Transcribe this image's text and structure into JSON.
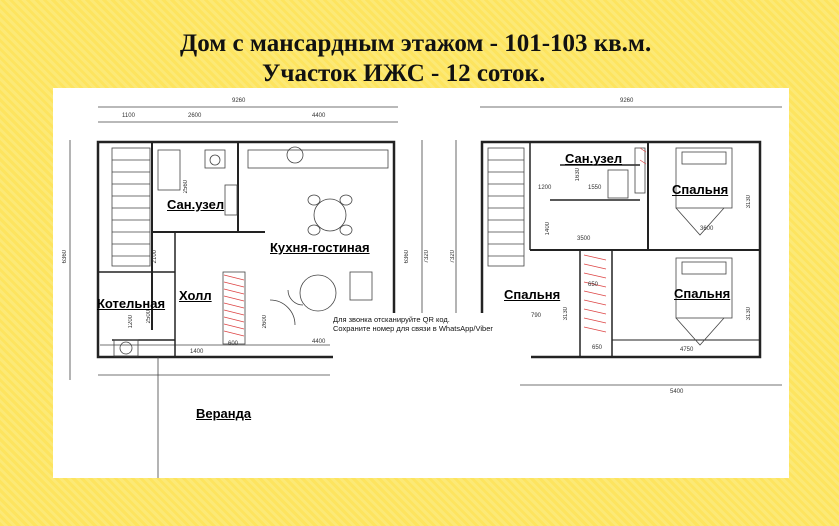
{
  "title": {
    "line1": "Дом с мансардным этажом - 101-103 кв.м.",
    "line2": "Участок ИЖС - 12 соток."
  },
  "rooms": {
    "bath1": "Сан.узел",
    "kitchen": "Кухня-гостиная",
    "boiler": "Котельная",
    "hall": "Холл",
    "veranda": "Веранда",
    "bath2": "Сан.узел",
    "bedroom1": "Спальня",
    "bedroom2": "Спальня",
    "bedroom3": "Спальня"
  },
  "dims": {
    "d9260a": "9260",
    "d1100": "1100",
    "d2600": "2600",
    "d4400a": "4400",
    "d6360a": "6360",
    "d2560": "2560",
    "d6360b": "6360",
    "d7320a": "7320",
    "d2100": "2100",
    "d2500": "2500",
    "d1200a": "1200",
    "d1400a": "1400",
    "d600": "600",
    "d2600b": "2600",
    "d4400b": "4400",
    "d9260b": "9260",
    "d7320b": "7320",
    "d1630": "1630",
    "d1200b": "1200",
    "d1550": "1550",
    "d3130a": "3130",
    "d1400b": "1400",
    "d3500": "3500",
    "d3600": "3600",
    "d3130b": "3130",
    "d3130c": "3130",
    "d790": "790",
    "d650a": "650",
    "d650b": "650",
    "d4750": "4750",
    "d5400": "5400"
  },
  "qr_note": {
    "line1": "Для звонка отсканируйте QR код.",
    "line2": "Сохраните номер для связи в WhatsApp/Viber"
  }
}
